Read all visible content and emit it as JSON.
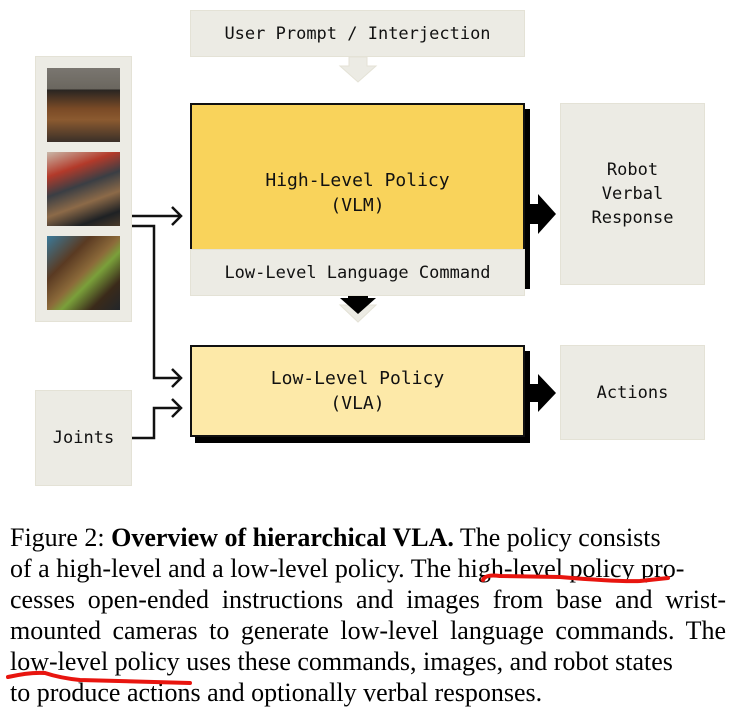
{
  "diagram": {
    "user_prompt": "User Prompt / Interjection",
    "high_level_policy": {
      "title": "High-Level Policy",
      "subtitle": "(VLM)",
      "color": "#f9d35b"
    },
    "robot_response": [
      "Robot",
      "Verbal",
      "Response"
    ],
    "low_level_command": "Low-Level Language Command",
    "low_level_policy": {
      "title": "Low-Level Policy",
      "subtitle": "(VLA)",
      "color": "#fde9a8"
    },
    "actions": "Actions",
    "joints": "Joints"
  },
  "caption": {
    "lines": [
      [
        "Figure 2: ",
        "Overview of hierarchical VLA.",
        " The policy consists"
      ],
      [
        "of a high-level and a low-level policy. The ",
        "high-level policy",
        " pro-"
      ],
      [
        "cesses open-ended instructions and images from base and wrist-"
      ],
      [
        "mounted cameras to generate low-level language commands. The"
      ],
      [
        "low-level policy",
        " uses these commands, images, and robot states"
      ],
      [
        "to produce actions and optionally verbal responses."
      ]
    ],
    "underline_color": "#e8150f"
  }
}
